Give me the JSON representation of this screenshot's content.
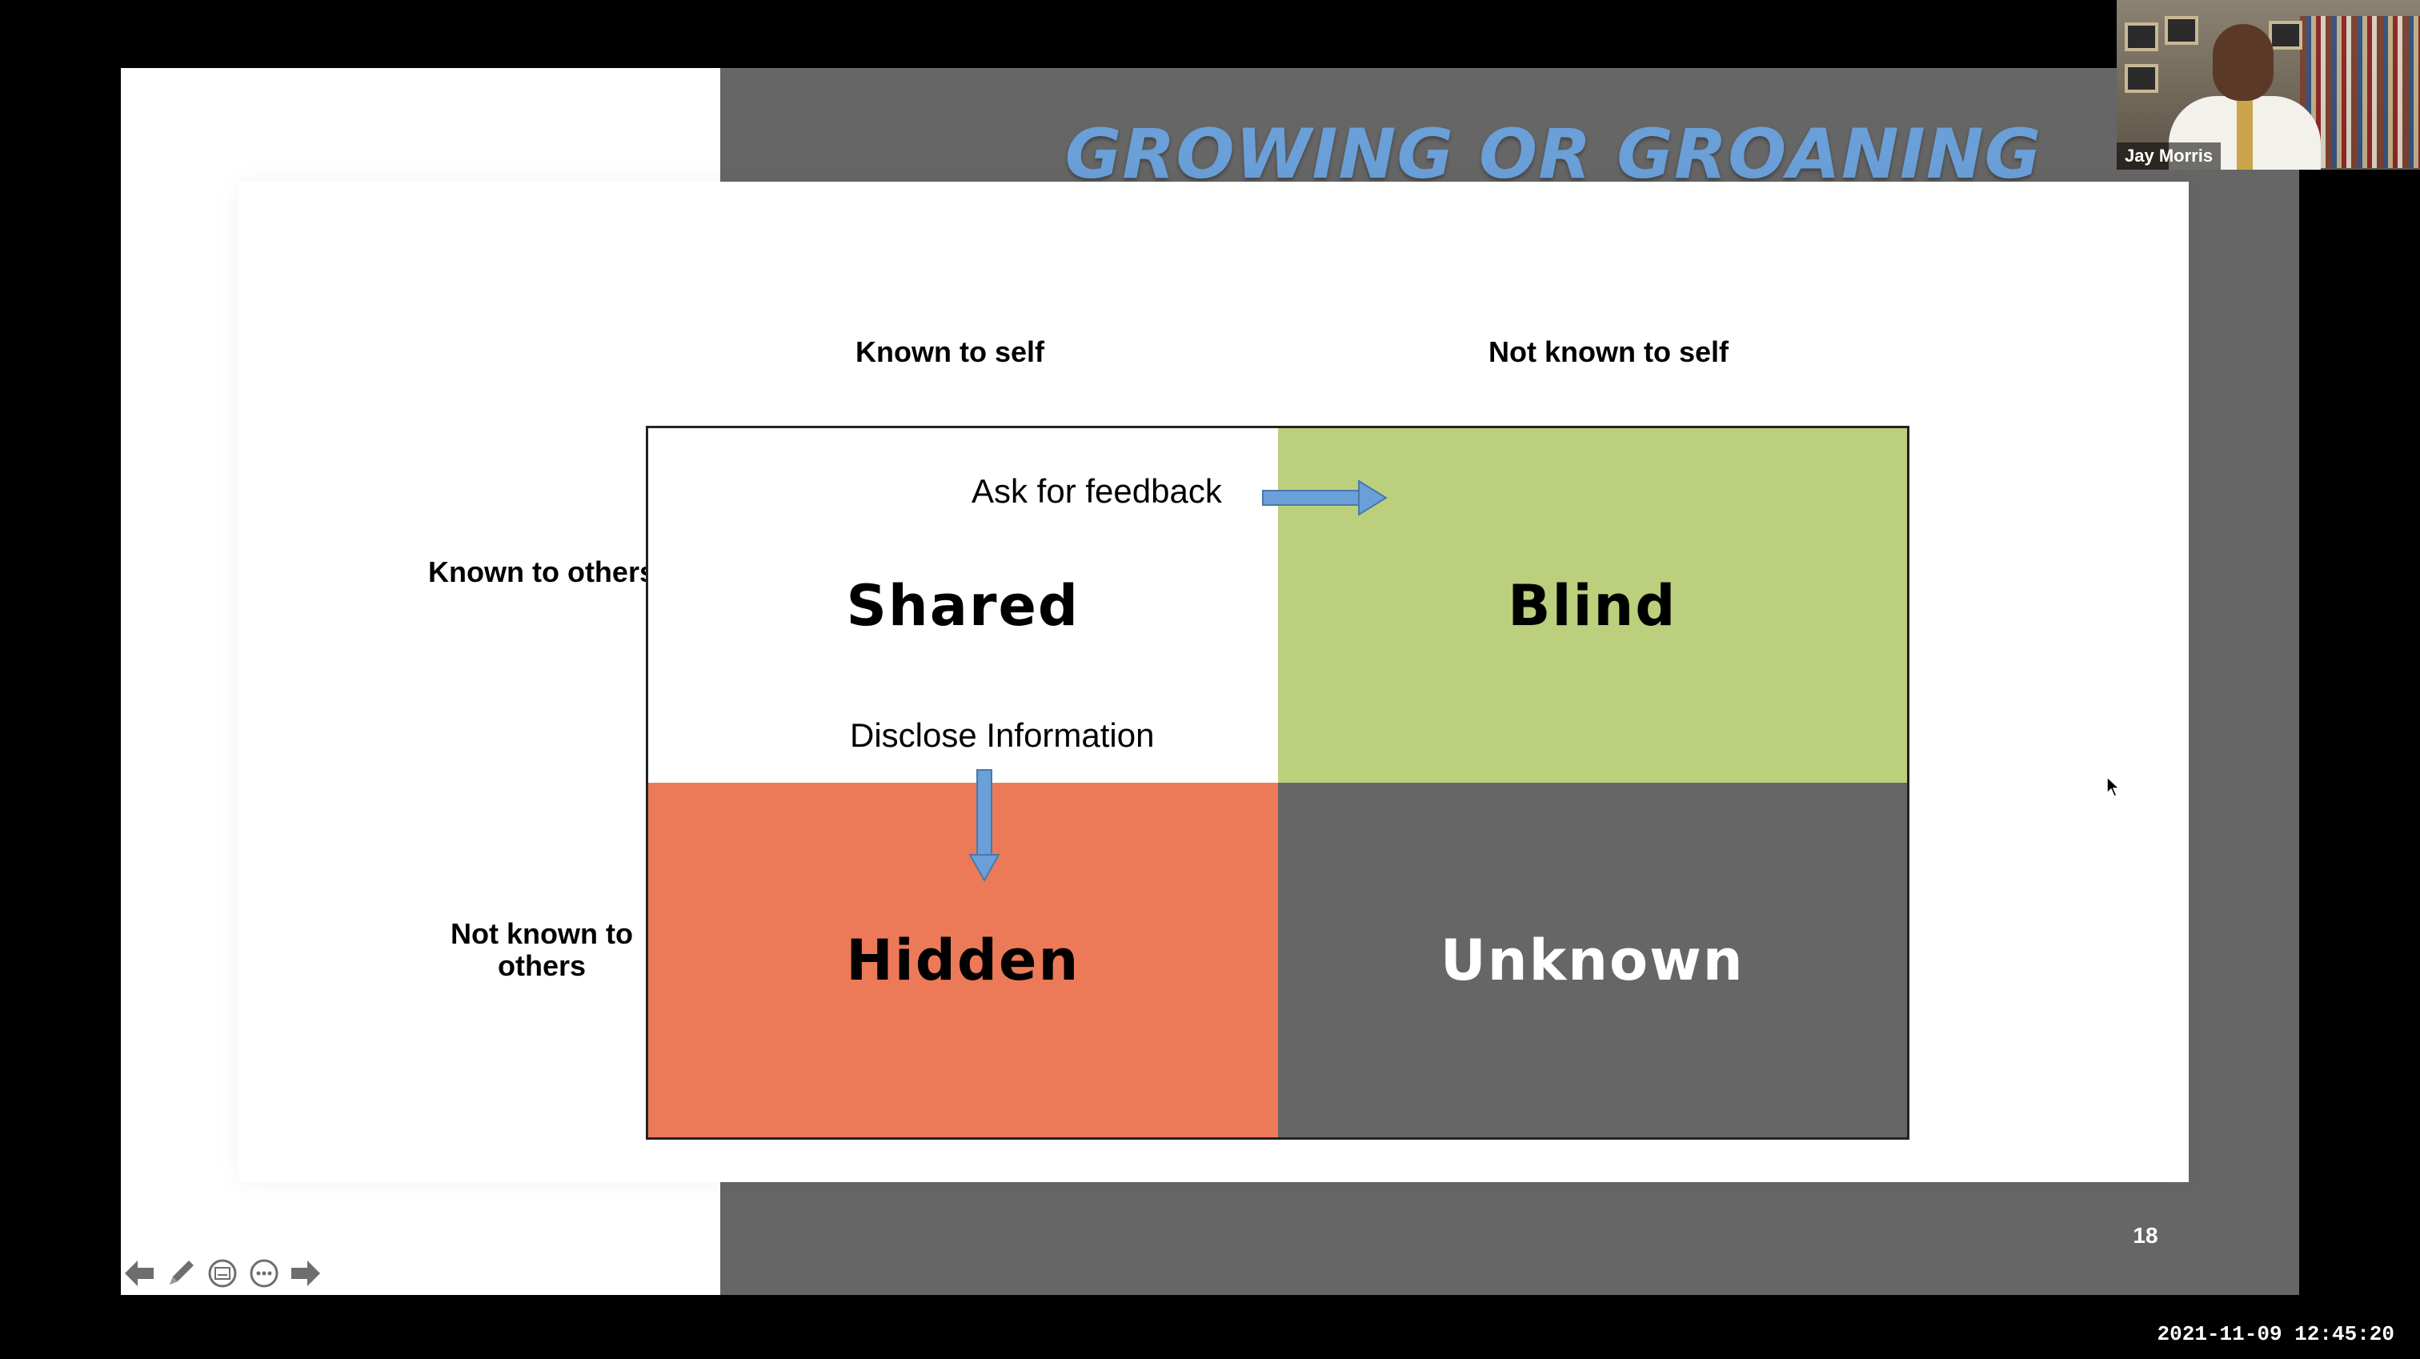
{
  "slide": {
    "title": "GROWING OR GROANING",
    "page_number": "18",
    "column_headers": [
      "Known to self",
      "Not known to self"
    ],
    "row_headers": [
      "Known to others",
      "Not known to others"
    ],
    "quadrants": {
      "shared": "Shared",
      "blind": "Blind",
      "hidden": "Hidden",
      "unknown": "Unknown"
    },
    "annotations": {
      "feedback": "Ask for feedback",
      "disclose": "Disclose Information"
    }
  },
  "webcam": {
    "participant_name": "Jay Morris"
  },
  "status": {
    "timestamp": "2021-11-09 12:45:20"
  },
  "toolbar": {
    "tools": [
      "arrow-left-icon",
      "pen-icon",
      "subtitles-icon",
      "more-icon",
      "arrow-right-icon"
    ]
  },
  "colors": {
    "title": "#6a9fd8",
    "blind": "#bccf7d",
    "hidden": "#ec7a59",
    "unknown": "#666666",
    "arrow": "#6a9fd8"
  }
}
